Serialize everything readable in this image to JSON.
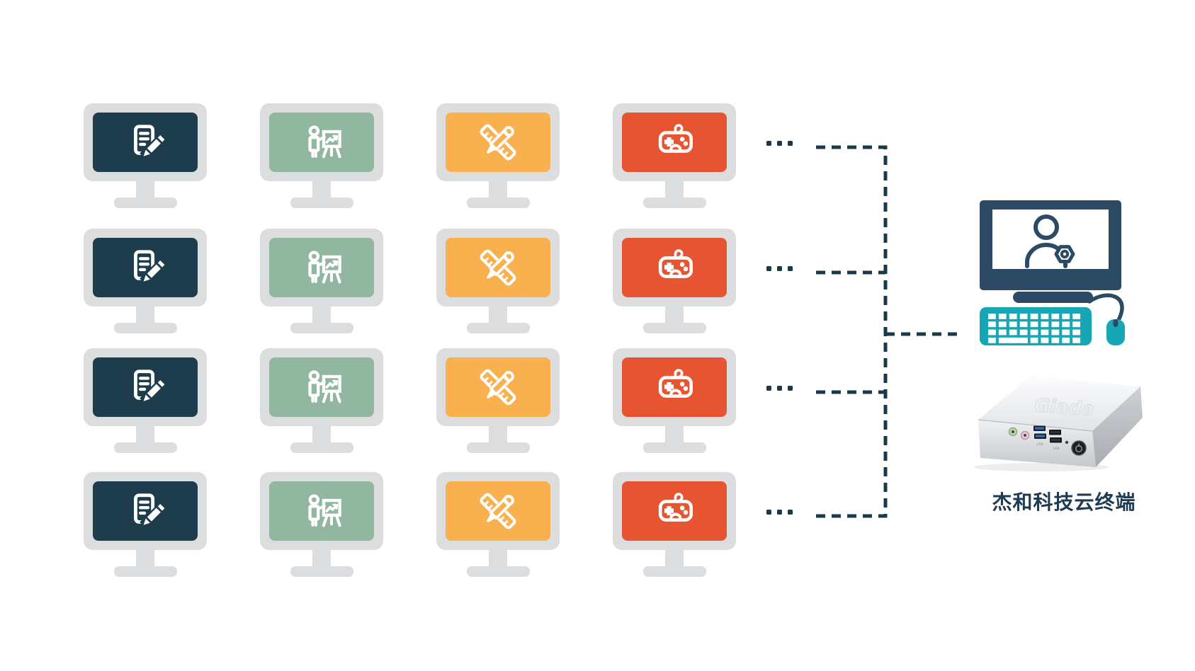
{
  "monitors_grid": {
    "rows": 4,
    "ellipsis": "...",
    "frame_color": "#dcdddf",
    "columns": [
      {
        "name": "documents",
        "icon": "document-edit-icon",
        "screen_color": "#1e3d4c"
      },
      {
        "name": "presentation",
        "icon": "presenter-chart-icon",
        "screen_color": "#92b7a1"
      },
      {
        "name": "design",
        "icon": "ruler-pencil-icon",
        "screen_color": "#f9b04f"
      },
      {
        "name": "gaming",
        "icon": "gamepad-icon",
        "screen_color": "#e75431"
      }
    ]
  },
  "connector": {
    "color": "#1c3948",
    "style": "dashed"
  },
  "terminal": {
    "label": "杰和科技云终端",
    "label_color": "#1d3b52",
    "device_logo": "Giada",
    "usb_label": "USB",
    "accent_color": "#17a6b4",
    "monitor_color": "#2c4a63",
    "icons": [
      "user-gear-icon",
      "keyboard-icon",
      "mouse-icon",
      "mini-pc"
    ]
  }
}
